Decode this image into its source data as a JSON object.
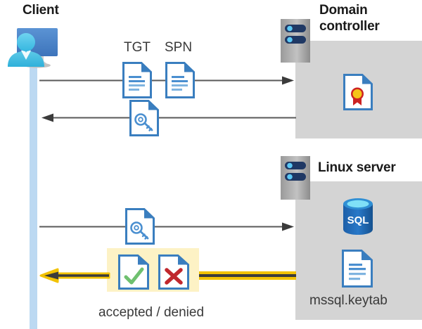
{
  "diagram": {
    "title_client": "Client",
    "title_domain_controller": "Domain\ncontroller",
    "title_domain_controller_line1": "Domain",
    "title_domain_controller_line2": "controller",
    "title_linux_server": "Linux server",
    "label_tgt": "TGT",
    "label_spn": "SPN",
    "label_keytab": "mssql.keytab",
    "label_result": "accepted / denied",
    "label_sql": "SQL"
  },
  "colors": {
    "lifeline": "#bcd9f2",
    "panel_gray": "#d4d4d4",
    "server_gray": "#aaaaaa",
    "server_pill": "#1f3864",
    "server_dot": "#5bc8f5",
    "highlight_yellow": "#fdf2c5",
    "arrow_gold": "#f2c200",
    "arrow_dark": "#3b3b3b",
    "doc_blue": "#3a7ebf",
    "sql_blue": "#1f6bb8",
    "check_green": "#6fc06f",
    "cross_red": "#c0272d",
    "seal_gold": "#f5c518",
    "seal_red": "#cc2222",
    "line_gray": "#595959",
    "text_dark": "#1a1a1a",
    "text_gray": "#3a3a3a"
  },
  "icons": {
    "client": "client-user-monitor-icon",
    "server_rack": "server-rack-icon",
    "document": "document-icon",
    "document_key": "document-key-icon",
    "document_certificate": "document-certificate-icon",
    "document_accepted": "document-check-icon",
    "document_denied": "document-cross-icon",
    "database": "sql-database-icon"
  },
  "flows": [
    {
      "name": "client-to-dc-tgt-spn",
      "direction": "right",
      "from": "Client",
      "to": "Domain controller",
      "payload": [
        "TGT",
        "SPN"
      ]
    },
    {
      "name": "dc-to-client-ticket",
      "direction": "left",
      "from": "Domain controller",
      "to": "Client",
      "payload": [
        "service ticket"
      ]
    },
    {
      "name": "client-to-linux-ticket",
      "direction": "right",
      "from": "Client",
      "to": "Linux server",
      "payload": [
        "service ticket"
      ]
    },
    {
      "name": "linux-to-client-result",
      "direction": "left",
      "from": "Linux server",
      "to": "Client",
      "payload": [
        "accepted",
        "denied"
      ]
    }
  ]
}
